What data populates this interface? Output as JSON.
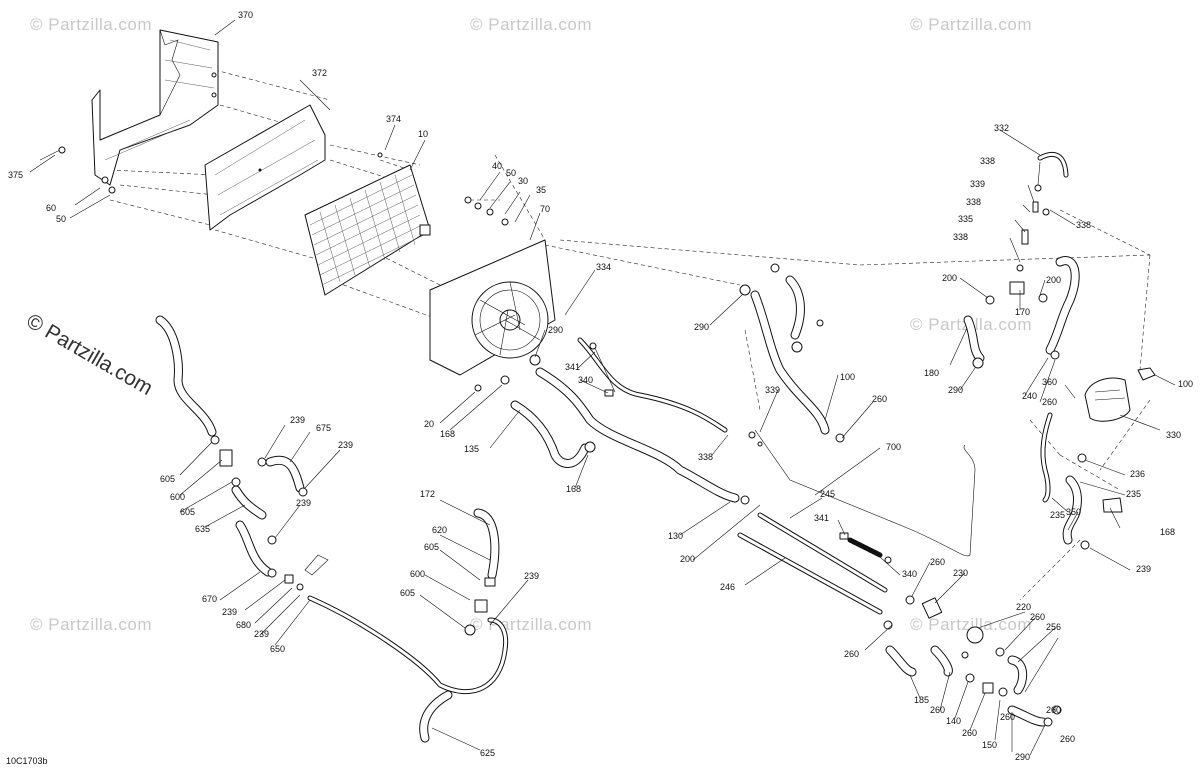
{
  "diagram": {
    "drawing_code": "10C1703b",
    "watermarks": {
      "main": "© Partzilla.com",
      "repeat": "© Partzilla.com"
    },
    "callouts": {
      "c370": "370",
      "c372": "372",
      "c374": "374",
      "c10": "10",
      "c375": "375",
      "c60": "60",
      "c50a": "50",
      "c40": "40",
      "c50b": "50",
      "c30": "30",
      "c35": "35",
      "c70": "70",
      "c334": "334",
      "c290a": "290",
      "c341a": "341",
      "c340a": "340",
      "c20": "20",
      "c168a": "168",
      "c135": "135",
      "c168b": "168",
      "c290b": "290",
      "c100a": "100",
      "c339": "339",
      "c260a": "260",
      "c338a": "338",
      "c700": "700",
      "c130": "130",
      "c245": "245",
      "c200a": "200",
      "c341b": "341",
      "c340b": "340",
      "c246": "246",
      "c260b": "260",
      "c230": "230",
      "c332": "332",
      "c338b": "338",
      "c339b": "339",
      "c338c": "338",
      "c335": "335",
      "c338d": "338",
      "c338e": "338",
      "c200b": "200",
      "c200c": "200",
      "c170": "170",
      "c180": "180",
      "c290c": "290",
      "c240": "240",
      "c260c": "260",
      "c360": "360",
      "c100b": "100",
      "c330": "330",
      "c236": "236",
      "c235a": "235",
      "c350": "350",
      "c168c": "168",
      "c235b": "235",
      "c239a": "239",
      "c239b": "239",
      "c675": "675",
      "c239c": "239",
      "c605a": "605",
      "c600a": "600",
      "c605b": "605",
      "c635": "635",
      "c239d": "239",
      "c670": "670",
      "c239e": "239",
      "c680": "680",
      "c239f": "239",
      "c650": "650",
      "c172": "172",
      "c620": "620",
      "c605c": "605",
      "c600b": "600",
      "c239g": "239",
      "c605d": "605",
      "c625": "625",
      "c260d": "260",
      "c220": "220",
      "c260e": "260",
      "c256": "256",
      "c260f": "260",
      "c185": "185",
      "c260g": "260",
      "c140": "140",
      "c260h": "260",
      "c260i": "260",
      "c150": "150",
      "c290d": "290",
      "c260j": "260"
    }
  }
}
